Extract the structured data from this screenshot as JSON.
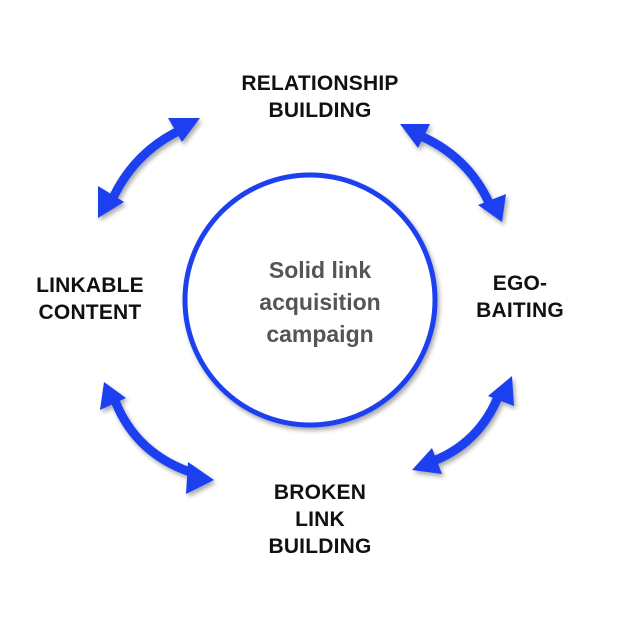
{
  "center": {
    "lines": [
      "Solid link",
      "acquisition",
      "campaign"
    ]
  },
  "nodes": {
    "top": {
      "lines": [
        "RELATIONSHIP",
        "BUILDING"
      ]
    },
    "left": {
      "lines": [
        "LINKABLE",
        "CONTENT"
      ]
    },
    "right": {
      "lines": [
        "EGO-",
        "BAITING"
      ]
    },
    "bottom": {
      "lines": [
        "BROKEN",
        "LINK",
        "BUILDING"
      ]
    }
  },
  "colors": {
    "arrow": "#1a3ff0",
    "circle": "#1a3ff0",
    "center_text": "#555555",
    "node_text": "#111111"
  },
  "icons": {
    "arrows": "double-headed-curved-arrow"
  }
}
